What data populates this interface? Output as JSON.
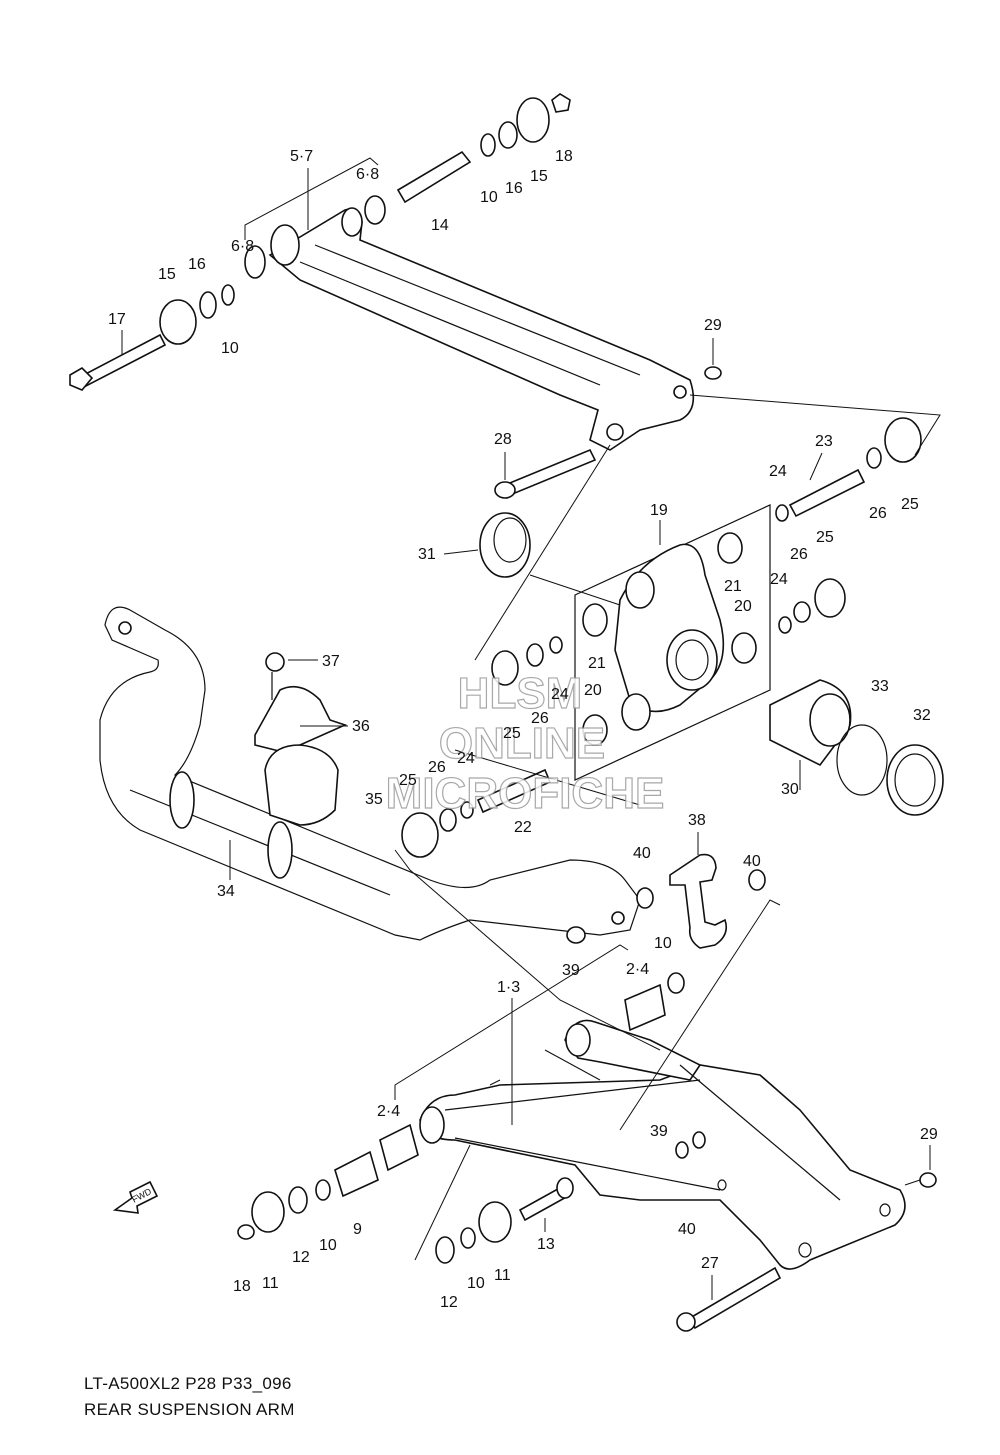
{
  "caption": {
    "code": "LT-A500XL2 P28 P33_096",
    "title": "REAR SUSPENSION ARM"
  },
  "watermark": [
    "HLSM",
    "ONLINE",
    "MICROFICHE"
  ],
  "fwd_label": "FWD",
  "callouts": [
    "5·7",
    "6·8",
    "6·8",
    "10",
    "16",
    "15",
    "18",
    "14",
    "15",
    "16",
    "17",
    "10",
    "29",
    "28",
    "23",
    "24",
    "26",
    "25",
    "19",
    "31",
    "21",
    "26",
    "25",
    "24",
    "20",
    "21",
    "37",
    "24",
    "26",
    "25",
    "20",
    "36",
    "24",
    "26",
    "25",
    "33",
    "32",
    "30",
    "35",
    "22",
    "38",
    "40",
    "40",
    "34",
    "10",
    "2·4",
    "39",
    "1·3",
    "2·4",
    "39",
    "29",
    "9",
    "10",
    "12",
    "11",
    "18",
    "13",
    "40",
    "12",
    "10",
    "11",
    "27"
  ]
}
